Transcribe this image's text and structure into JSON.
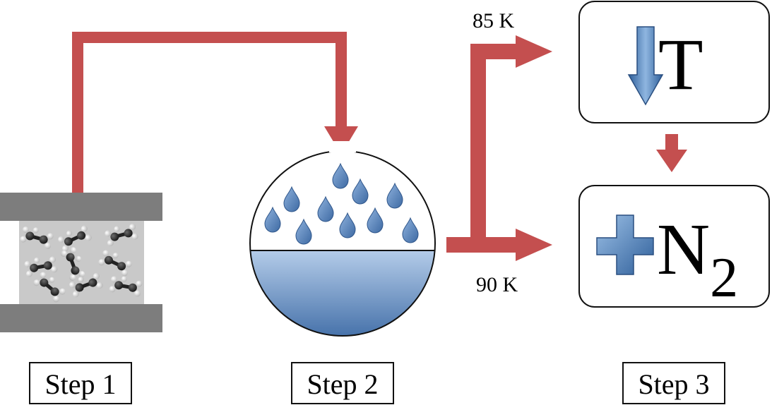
{
  "steps": {
    "step1": "Step 1",
    "step2": "Step 2",
    "step3": "Step 3"
  },
  "temperatures": {
    "upper": "85 K",
    "lower": "90 K"
  },
  "step3_boxes": {
    "top_symbol": "T",
    "bottom_symbol": "N",
    "bottom_subscript": "2"
  },
  "colors": {
    "arrow": "#c44f4f",
    "plate": "#7d7d7d",
    "chamber": "#c8c8c8",
    "liquid_top": "#a9c3e4",
    "liquid_bottom": "#4672a8",
    "drop": "#5b87bf",
    "blue_symbol": "#4f86c0"
  }
}
